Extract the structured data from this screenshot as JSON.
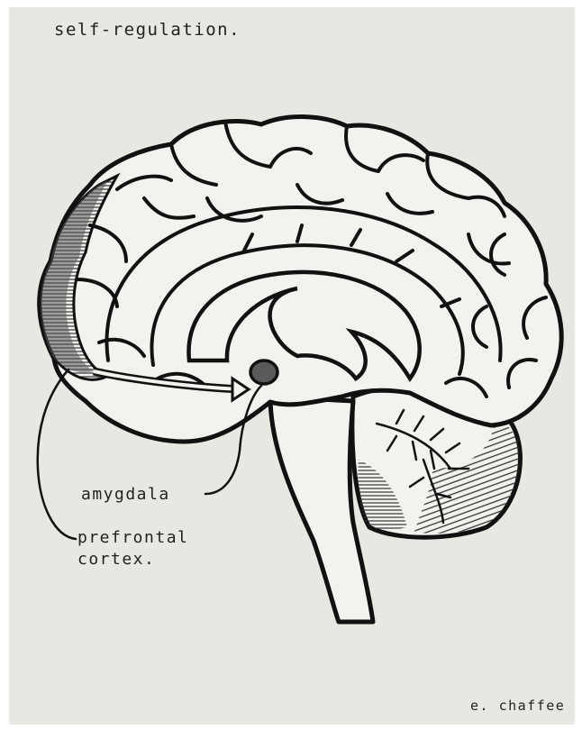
{
  "title": "self-regulation.",
  "labels": {
    "amygdala": "amygdala",
    "prefrontal_line1": "prefrontal",
    "prefrontal_line2": "cortex."
  },
  "signature": "e. chaffee",
  "colors": {
    "paper": "#e9e7e2",
    "ink": "#111111",
    "pfc_shade": "#555555",
    "amygdala_fill": "#5a5a5a"
  }
}
